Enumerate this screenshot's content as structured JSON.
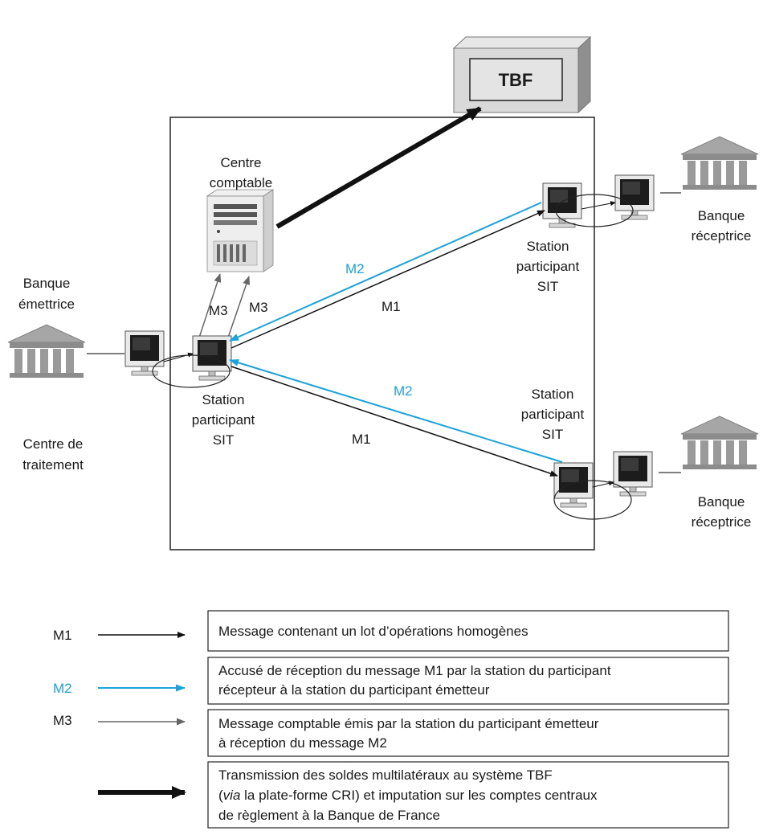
{
  "tbf": {
    "label": "TBF"
  },
  "centre_comptable": {
    "line1": "Centre",
    "line2": "comptable"
  },
  "banque_emettrice": {
    "line1": "Banque",
    "line2": "émettrice"
  },
  "centre_traitement": {
    "line1": "Centre de",
    "line2": "traitement"
  },
  "station_left": {
    "line1": "Station",
    "line2": "participant",
    "line3": "SIT"
  },
  "station_top_right": {
    "line1": "Station",
    "line2": "participant",
    "line3": "SIT"
  },
  "station_bottom_right": {
    "line1": "Station",
    "line2": "participant",
    "line3": "SIT"
  },
  "banque_receptrice_top": {
    "line1": "Banque",
    "line2": "réceptrice"
  },
  "banque_receptrice_bottom": {
    "line1": "Banque",
    "line2": "réceptrice"
  },
  "arrow_labels": {
    "m3_left": "M3",
    "m3_right": "M3",
    "m2_top": "M2",
    "m1_top": "M1",
    "m2_bottom": "M2",
    "m1_bottom": "M1"
  },
  "colors": {
    "m1": "#111111",
    "m2": "#1aa3dd",
    "m3": "#666666",
    "bold": "#111111"
  },
  "legend": {
    "m1": {
      "key": "M1",
      "text": [
        "Message contenant un lot d’opérations homogènes"
      ]
    },
    "m2": {
      "key": "M2",
      "text": [
        "Accusé de réception du message M1 par la station du participant",
        "récepteur à la station du participant émetteur"
      ]
    },
    "m3": {
      "key": "M3",
      "text": [
        "Message comptable émis par la station du participant émetteur",
        "à réception du message M2"
      ]
    },
    "bold": {
      "line1": "Transmission des soldes multilatéraux au système TBF",
      "line2_italic": "via",
      "line2_rest": " la plate-forme CRI) et imputation sur les comptes centraux",
      "line2_prefix": "(",
      "line3": "de règlement à la Banque de France"
    }
  }
}
